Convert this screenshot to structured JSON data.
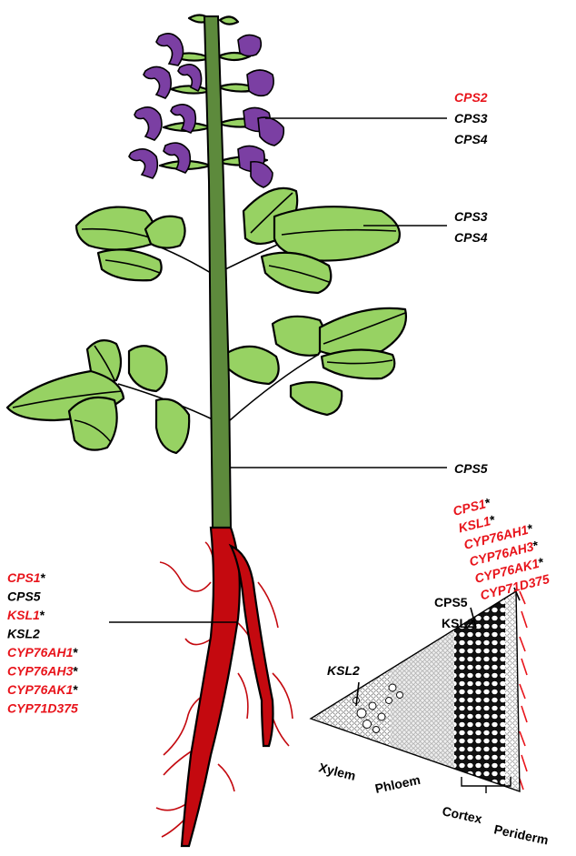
{
  "flower_labels": [
    {
      "text": "CPS2",
      "color": "#e8141b"
    },
    {
      "text": "CPS3",
      "color": "#000000"
    },
    {
      "text": "CPS4",
      "color": "#000000"
    }
  ],
  "leaf_labels": [
    {
      "text": "CPS3",
      "color": "#000000"
    },
    {
      "text": "CPS4",
      "color": "#000000"
    }
  ],
  "stem_labels": [
    {
      "text": "CPS5",
      "color": "#000000"
    }
  ],
  "root_labels": [
    {
      "text": "CPS1",
      "mark": "*",
      "color": "#e8141b"
    },
    {
      "text": "CPS5",
      "mark": "",
      "color": "#000000"
    },
    {
      "text": "KSL1",
      "mark": "*",
      "color": "#e8141b"
    },
    {
      "text": "KSL2",
      "mark": "",
      "color": "#000000"
    },
    {
      "text": "CYP76AH1",
      "mark": "*",
      "color": "#e8141b"
    },
    {
      "text": "CYP76AH3",
      "mark": "*",
      "color": "#e8141b"
    },
    {
      "text": "CYP76AK1",
      "mark": "*",
      "color": "#e8141b"
    },
    {
      "text": "CYP71D375",
      "mark": "",
      "color": "#e8141b"
    }
  ],
  "periderm_labels": [
    {
      "text": "CPS1",
      "mark": "*",
      "color": "#e8141b"
    },
    {
      "text": "KSL1",
      "mark": "*",
      "color": "#e8141b"
    },
    {
      "text": "CYP76AH1",
      "mark": "*",
      "color": "#e8141b"
    },
    {
      "text": "CYP76AH3",
      "mark": "*",
      "color": "#e8141b"
    },
    {
      "text": "CYP76AK1",
      "mark": "*",
      "color": "#e8141b"
    },
    {
      "text": "CYP71D375",
      "mark": "",
      "color": "#e8141b"
    }
  ],
  "cortex_labels": [
    {
      "text": "CPS5",
      "color": "#000000"
    },
    {
      "text": "KSL2",
      "color": "#000000"
    }
  ],
  "phloem_label": {
    "text": "KSL2",
    "color": "#000000"
  },
  "tissue_labels": [
    "Xylem",
    "Phloem",
    "Cortex",
    "Periderm"
  ],
  "colors": {
    "leaf": "#97d263",
    "stem": "#5d8a3c",
    "flower": "#7b3fa3",
    "root": "#c4090f",
    "red_text": "#e8141b"
  }
}
